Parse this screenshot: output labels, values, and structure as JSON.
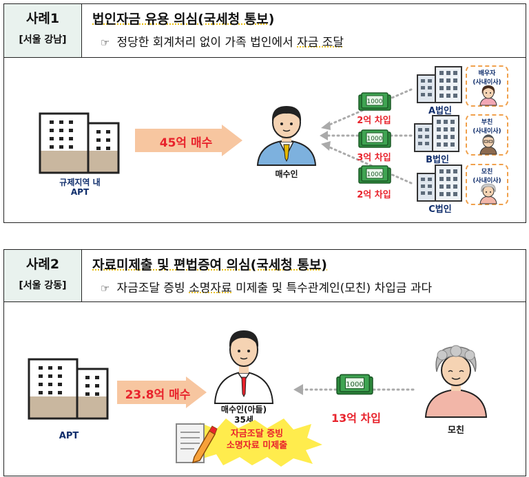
{
  "case1": {
    "badge": "사례1",
    "region": "[서울 강남]",
    "title": "법인자금 유용 의심(국세청 통보)",
    "subtitle_prefix": "정당한 회계처리 없이 가족 법인에서",
    "subtitle_mark": "자금 조달",
    "apt_label_line1": "규제지역 내",
    "apt_label_line2": "APT",
    "purchase": "45억 매수",
    "buyer": "매수인",
    "loans": [
      "2억 차입",
      "3억 차입",
      "2억 차입"
    ],
    "corps": [
      "A법인",
      "B법인",
      "C법인"
    ],
    "relations": [
      {
        "role": "배우자",
        "position": "(사내이사)"
      },
      {
        "role": "부친",
        "position": "(사내이사)"
      },
      {
        "role": "모친",
        "position": "(사내이사)"
      }
    ]
  },
  "case2": {
    "badge": "사례2",
    "region": "[서울 강동]",
    "title": "자료미제출 및 편법증여 의심(국세청 통보)",
    "subtitle_parts": [
      "자금조달 증빙 ",
      "소명자료",
      " 미제출 및 특수관계인(모친) 차입금 과다"
    ],
    "apt_label": "APT",
    "purchase": "23.8억 매수",
    "buyer_line1": "매수인(아들)",
    "buyer_line2": "35세",
    "loan": "13억 차입",
    "mother": "모친",
    "note_line1": "자금조달 증빙",
    "note_line2": "소명자료 미제출"
  },
  "money_label": "1000",
  "colors": {
    "accent_red": "#e8232c",
    "arrow_peach": "#f7c6a0",
    "corp_blue": "#0f2d6b",
    "badge_bg": "#e9f2ee",
    "money_green": "#2e8b3e",
    "dashed_orange": "#f0a04b",
    "star_yellow": "#ffec4d"
  },
  "icons": [
    "apartment-building-icon",
    "office-building-icon",
    "businessman-icon",
    "money-bundle-icon",
    "woman-face-icon",
    "old-man-face-icon",
    "old-woman-face-icon",
    "document-pencil-icon",
    "burst-star-icon",
    "pointing-hand-icon"
  ]
}
